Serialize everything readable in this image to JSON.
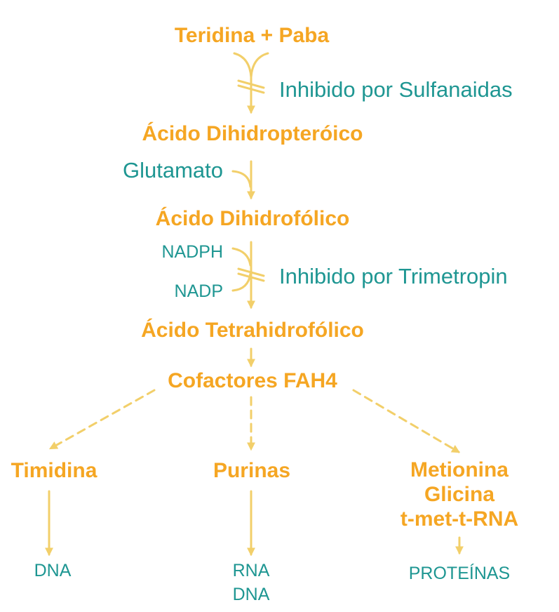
{
  "colors": {
    "title": "#F5A623",
    "annotation": "#1E9692",
    "arrow": "#F2CF6A"
  },
  "steps": {
    "step1": "Teridina + Paba",
    "step2": "Ácido Dihidropteróico",
    "step3": "Ácido Dihidrofólico",
    "step4": "Ácido Tetrahidrofólico",
    "step5": "Cofactores FAH4"
  },
  "annotations": {
    "inhibit1": "Inhibido por Sulfanaidas",
    "glutamato": "Glutamato",
    "nadph": "NADPH",
    "nadp": "NADP",
    "inhibit2": "Inhibido por Trimetropin"
  },
  "branches": {
    "timidina": "Timidina",
    "purinas": "Purinas",
    "metionina": [
      "Metionina",
      "Glicina",
      "t-met-t-RNA"
    ]
  },
  "outputs": {
    "dna": "DNA",
    "rna_dna": [
      "RNA",
      "DNA"
    ],
    "proteinas": "PROTEÍNAS"
  }
}
